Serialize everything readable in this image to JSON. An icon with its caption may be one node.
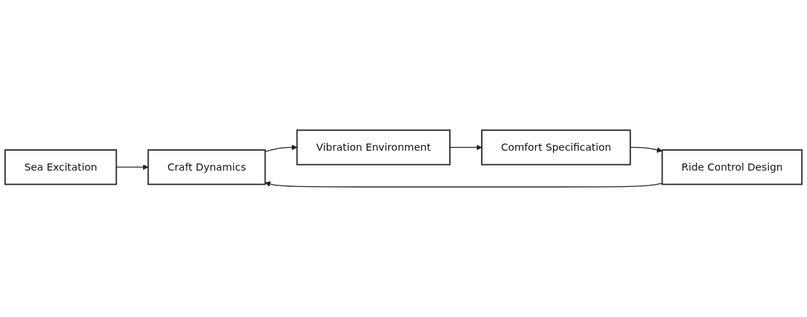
{
  "diagram": {
    "nodes": [
      {
        "text": [
          "Sea Excitation"
        ]
      },
      {
        "text": [
          "Craft Dynamics"
        ]
      },
      {
        "text": [
          "Vibration Environment"
        ]
      },
      {
        "text": [
          "Comfort Specification"
        ]
      },
      {
        "text": [
          "Ride Control Design"
        ]
      }
    ],
    "edges": [
      {
        "from": 0,
        "to": 1,
        "arrow": "to"
      },
      {
        "from": 1,
        "to": 2,
        "arrow": "to"
      },
      {
        "from": 2,
        "to": 3,
        "arrow": "to"
      },
      {
        "from": 3,
        "to": 4,
        "arrow": "to"
      },
      {
        "from": 4,
        "to": 1,
        "arrow": "to"
      }
    ]
  }
}
